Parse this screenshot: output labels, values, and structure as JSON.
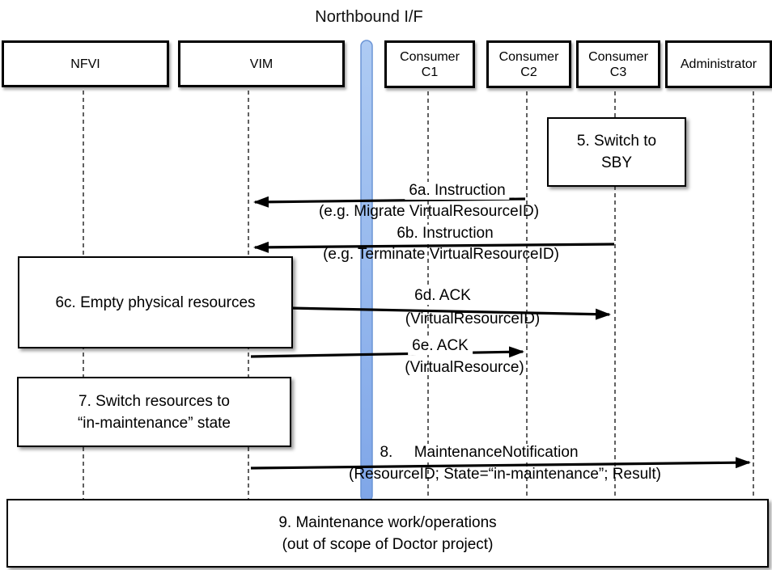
{
  "title": "Northbound I/F",
  "actors": [
    {
      "id": "nfvi",
      "label": "NFVI"
    },
    {
      "id": "vim",
      "label": "VIM"
    },
    {
      "id": "consumer-c1",
      "label": "Consumer\nC1"
    },
    {
      "id": "consumer-c2",
      "label": "Consumer\nC2"
    },
    {
      "id": "consumer-c3",
      "label": "Consumer\nC3"
    },
    {
      "id": "administrator",
      "label": "Administrator"
    }
  ],
  "notes": {
    "switch_sby": "5. Switch to\nSBY",
    "empty_resources": "6c. Empty physical resources",
    "switch_in_maintenance": "7. Switch resources to\n“in-maintenance” state",
    "maintenance_work": "9. Maintenance work/operations\n(out of scope of Doctor project)"
  },
  "messages": {
    "m6a": {
      "label": "6a. Instruction",
      "detail": "(e.g. Migrate VirtualResourceID)"
    },
    "m6b": {
      "label": "6b. Instruction",
      "detail": "(e.g. Terminate VirtualResourceID)"
    },
    "m6d": {
      "label": "6d. ACK",
      "detail": "(VirtualResourceID)"
    },
    "m6e": {
      "label": "6e. ACK",
      "detail": "(VirtualResource)"
    },
    "m8": {
      "label": "8.     MaintenanceNotification",
      "detail": "(ResourceID; State=“in-maintenance”; Result)"
    }
  },
  "colors": {
    "activation_bar_top": "#AECBF3",
    "activation_bar_bottom": "#7FA6E8",
    "activation_bar_border": "#6C95D6",
    "lifeline": "#3a3a3a",
    "arrow": "#000000"
  }
}
